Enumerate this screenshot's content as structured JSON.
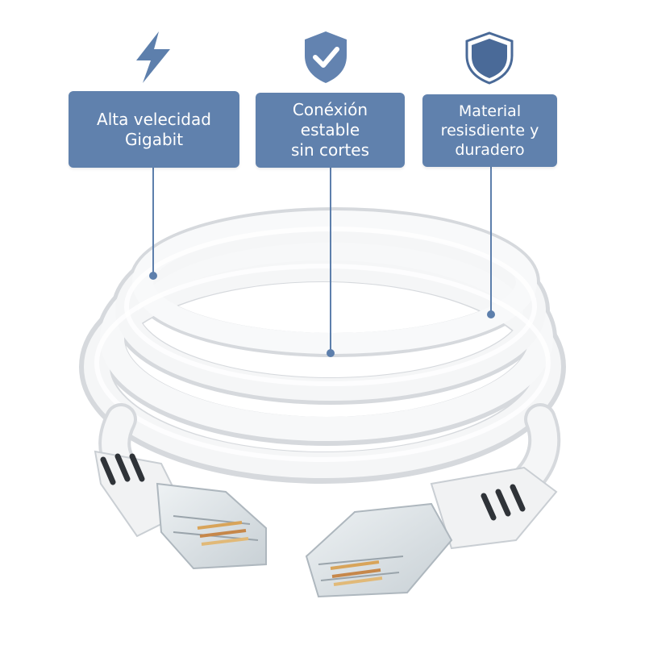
{
  "features": [
    {
      "icon": "lightning-bolt-icon",
      "lines": [
        "Alta velecidad",
        "Gigabit"
      ]
    },
    {
      "icon": "shield-check-icon",
      "lines": [
        "Conéxión",
        "estable",
        "sin cortes"
      ]
    },
    {
      "icon": "shield-icon",
      "lines": [
        "Material",
        "resisdiente y",
        "duradero"
      ]
    }
  ],
  "colors": {
    "accent": "#6081ad",
    "cable": "#f3f4f5",
    "cable_shadow": "#d3d6da"
  }
}
